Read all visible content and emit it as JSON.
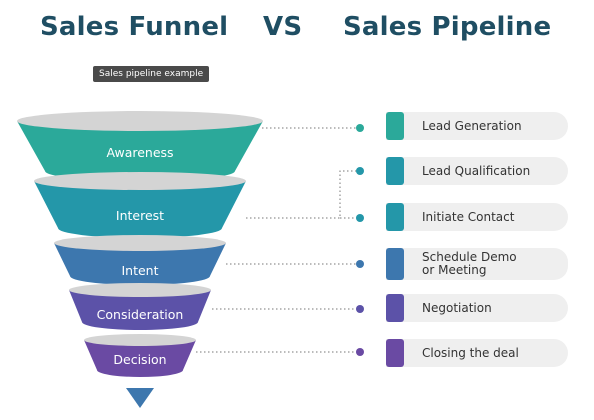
{
  "header": {
    "left_title": "Sales Funnel",
    "vs": "VS",
    "right_title": "Sales Pipeline"
  },
  "tag": "Sales pipeline example",
  "colors": {
    "title": "#1f4e63",
    "awareness": "#2ba99a",
    "interest": "#2497a9",
    "intent": "#3d77ae",
    "consideration": "#5c52a8",
    "decision": "#6a4aa3",
    "top_ellipse": "#d4d4d4",
    "connector": "#777777"
  },
  "funnel": {
    "stages": [
      {
        "label": "Awareness",
        "color": "#2ba99a"
      },
      {
        "label": "Interest",
        "color": "#2497a9"
      },
      {
        "label": "Intent",
        "color": "#3d77ae"
      },
      {
        "label": "Consideration",
        "color": "#5c52a8"
      },
      {
        "label": "Decision",
        "color": "#6a4aa3"
      }
    ]
  },
  "pipeline": {
    "items": [
      {
        "label": "Lead Generation",
        "color": "#2ba99a"
      },
      {
        "label": "Lead Qualification",
        "color": "#2497a9"
      },
      {
        "label": "Initiate Contact",
        "color": "#2497a9"
      },
      {
        "label": "Schedule Demo\nor Meeting",
        "color": "#3d77ae"
      },
      {
        "label": "Negotiation",
        "color": "#5c52a8"
      },
      {
        "label": "Closing the deal",
        "color": "#6a4aa3"
      }
    ]
  }
}
